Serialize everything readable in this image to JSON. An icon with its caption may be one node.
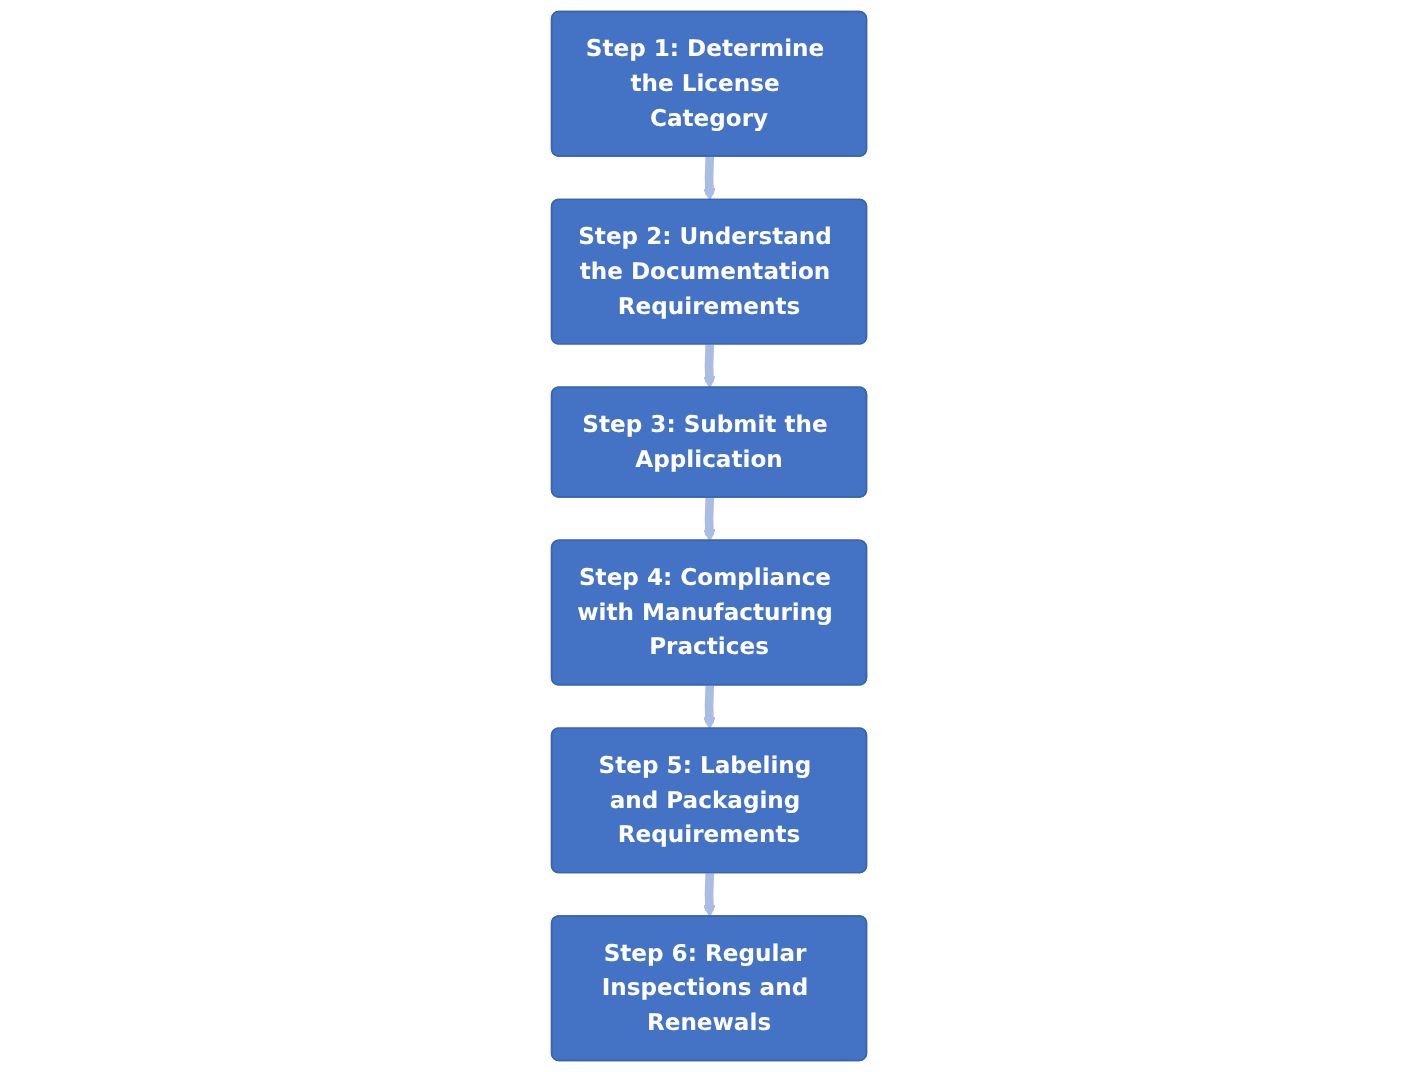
{
  "diagram": {
    "nodes": [
      {
        "text": [
          "Step 1: Determine the License Category"
        ]
      },
      {
        "text": [
          "Step 2: Understand the Documentation Requirements"
        ]
      },
      {
        "text": [
          "Step 3: Submit the Application"
        ]
      },
      {
        "text": [
          "Step 4: Compliance with Manufacturing Practices"
        ]
      },
      {
        "text": [
          "Step 5: Labeling and Packaging Requirements"
        ]
      },
      {
        "text": [
          "Step 6: Regular Inspections and Renewals"
        ]
      }
    ],
    "edges": [
      {
        "from": 0,
        "to": 1,
        "arrow": "to"
      },
      {
        "from": 1,
        "to": 2,
        "arrow": "to"
      },
      {
        "from": 2,
        "to": 3,
        "arrow": "to"
      },
      {
        "from": 3,
        "to": 4,
        "arrow": "to"
      },
      {
        "from": 4,
        "to": 5,
        "arrow": "to"
      }
    ]
  }
}
